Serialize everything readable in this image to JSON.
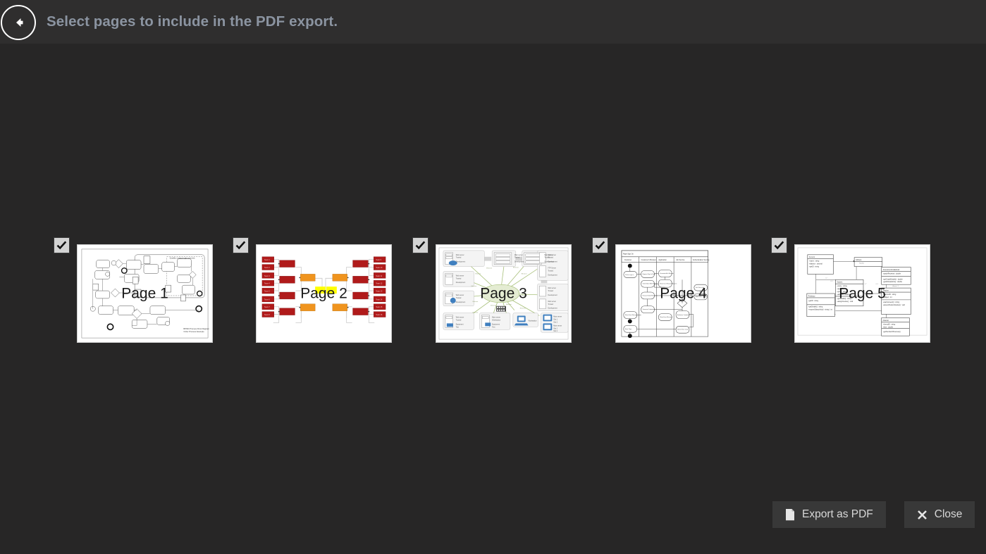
{
  "header": {
    "back_icon": "back-arrow-icon",
    "title": "Select pages to include in the PDF export."
  },
  "pages": [
    {
      "id": "page-1",
      "label": "Page 1",
      "checked": true,
      "diagram": "bpmn-process-diagram"
    },
    {
      "id": "page-2",
      "label": "Page 2",
      "checked": true,
      "diagram": "tournament-bracket-diagram"
    },
    {
      "id": "page-3",
      "label": "Page 3",
      "checked": true,
      "diagram": "network-topology-diagram"
    },
    {
      "id": "page-4",
      "label": "Page 4",
      "checked": true,
      "diagram": "swimlane-activity-diagram"
    },
    {
      "id": "page-5",
      "label": "Page 5",
      "checked": true,
      "diagram": "uml-class-diagram"
    }
  ],
  "footer": {
    "export_label": "Export as PDF",
    "export_icon": "page-document-icon",
    "close_label": "Close",
    "close_icon": "close-x-icon"
  },
  "colors": {
    "header_bg": "#2f2e2e",
    "body_bg": "#272626",
    "title_text": "#8b94a1",
    "button_bg": "#383838",
    "button_text": "#d8d8d8",
    "checkbox_fill": "#d3d3d3",
    "thumb_bg": "#ffffff",
    "bracket_red": "#b01a1a",
    "bracket_orange": "#f0941e",
    "bracket_yellow": "#ffff00",
    "network_green": "#a8c07a",
    "network_node_fill": "#e4ecd2",
    "network_blue": "#3f7fbf"
  }
}
